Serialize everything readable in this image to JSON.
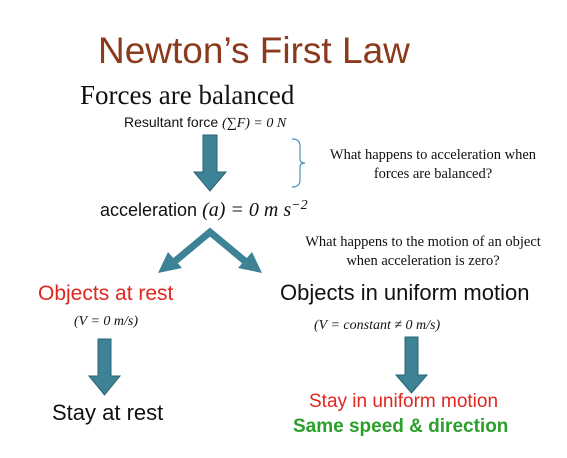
{
  "title": "Newton’s First Law",
  "forces_balanced": "Forces are balanced",
  "resultant": {
    "label": "Resultant force",
    "formula": "(∑F) = 0 N"
  },
  "question_acceleration": {
    "line1": "What happens to acceleration when",
    "line2": "forces are balanced?"
  },
  "acceleration": {
    "label": "acceleration",
    "formula": "(a) = 0 m s",
    "exponent": "−2"
  },
  "question_motion": {
    "line1": "What happens to the motion of an object",
    "line2": "when acceleration is zero?"
  },
  "left_branch": {
    "heading": "Objects at rest",
    "formula": "(V = 0 m/s)",
    "result": "Stay at rest"
  },
  "right_branch": {
    "heading": "Objects in uniform motion",
    "formula": "(V = constant  ≠ 0 m/s)",
    "result": "Stay in uniform motion",
    "detail": "Same speed & direction"
  },
  "colors": {
    "title": "#8b3a1c",
    "arrow_fill": "#3e8296",
    "arrow_stroke": "#2b6475",
    "red_text": "#e0261e",
    "green_text": "#2aa02a",
    "brace": "#4a90c0"
  }
}
